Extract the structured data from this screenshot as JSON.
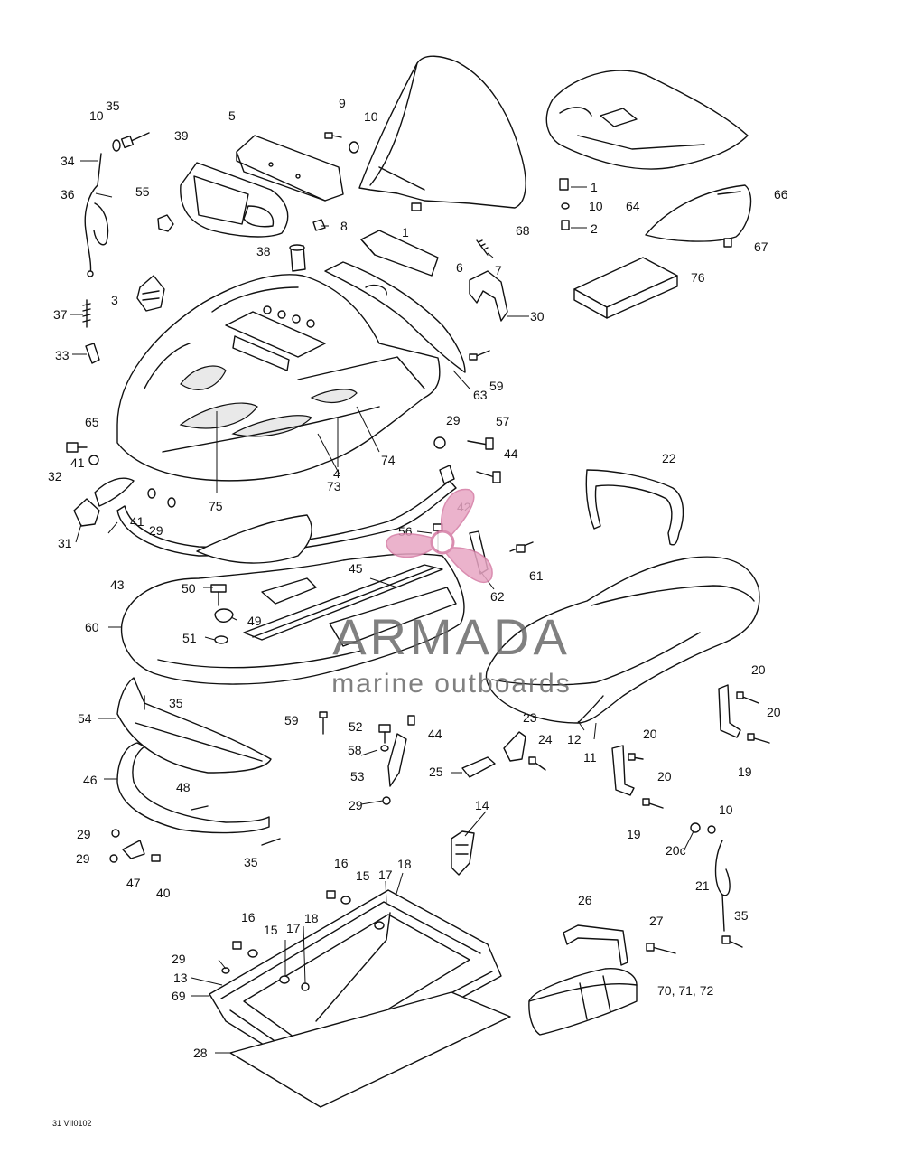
{
  "drawing_code": "31 VII0102",
  "callouts": [
    {
      "label": "35"
    },
    {
      "label": "10"
    },
    {
      "label": "34"
    },
    {
      "label": "36"
    },
    {
      "label": "39"
    },
    {
      "label": "5"
    },
    {
      "label": "9"
    },
    {
      "label": "10"
    },
    {
      "label": "55"
    },
    {
      "label": "8"
    },
    {
      "label": "38"
    },
    {
      "label": "1"
    },
    {
      "label": "68"
    },
    {
      "label": "1"
    },
    {
      "label": "10"
    },
    {
      "label": "2"
    },
    {
      "label": "64"
    },
    {
      "label": "66"
    },
    {
      "label": "67"
    },
    {
      "label": "6"
    },
    {
      "label": "7"
    },
    {
      "label": "76"
    },
    {
      "label": "3"
    },
    {
      "label": "30"
    },
    {
      "label": "37"
    },
    {
      "label": "33"
    },
    {
      "label": "59"
    },
    {
      "label": "63"
    },
    {
      "label": "65"
    },
    {
      "label": "29"
    },
    {
      "label": "57"
    },
    {
      "label": "32"
    },
    {
      "label": "41"
    },
    {
      "label": "44"
    },
    {
      "label": "74"
    },
    {
      "label": "4"
    },
    {
      "label": "73"
    },
    {
      "label": "75"
    },
    {
      "label": "22"
    },
    {
      "label": "41"
    },
    {
      "label": "29"
    },
    {
      "label": "42"
    },
    {
      "label": "31"
    },
    {
      "label": "56"
    },
    {
      "label": "61"
    },
    {
      "label": "43"
    },
    {
      "label": "45"
    },
    {
      "label": "62"
    },
    {
      "label": "50"
    },
    {
      "label": "49"
    },
    {
      "label": "60"
    },
    {
      "label": "51"
    },
    {
      "label": "35"
    },
    {
      "label": "54"
    },
    {
      "label": "59"
    },
    {
      "label": "52"
    },
    {
      "label": "44"
    },
    {
      "label": "58"
    },
    {
      "label": "23"
    },
    {
      "label": "20"
    },
    {
      "label": "20"
    },
    {
      "label": "20"
    },
    {
      "label": "24"
    },
    {
      "label": "12"
    },
    {
      "label": "11"
    },
    {
      "label": "19"
    },
    {
      "label": "53"
    },
    {
      "label": "25"
    },
    {
      "label": "46"
    },
    {
      "label": "48"
    },
    {
      "label": "20"
    },
    {
      "label": "29"
    },
    {
      "label": "19"
    },
    {
      "label": "10"
    },
    {
      "label": "14"
    },
    {
      "label": "29"
    },
    {
      "label": "29"
    },
    {
      "label": "35"
    },
    {
      "label": "20c"
    },
    {
      "label": "47"
    },
    {
      "label": "40"
    },
    {
      "label": "21"
    },
    {
      "label": "16"
    },
    {
      "label": "15"
    },
    {
      "label": "17"
    },
    {
      "label": "18"
    },
    {
      "label": "26"
    },
    {
      "label": "35"
    },
    {
      "label": "16"
    },
    {
      "label": "15"
    },
    {
      "label": "17"
    },
    {
      "label": "18"
    },
    {
      "label": "27"
    },
    {
      "label": "29"
    },
    {
      "label": "13"
    },
    {
      "label": "69"
    },
    {
      "label": "70, 71, 72"
    },
    {
      "label": "28"
    }
  ],
  "watermark": {
    "brand": "ARMADA",
    "tagline": "marine outboards",
    "colors": {
      "propeller": "#e8a6c4",
      "propeller_stroke": "#d47aa3",
      "text": "#6b6b6b"
    }
  }
}
